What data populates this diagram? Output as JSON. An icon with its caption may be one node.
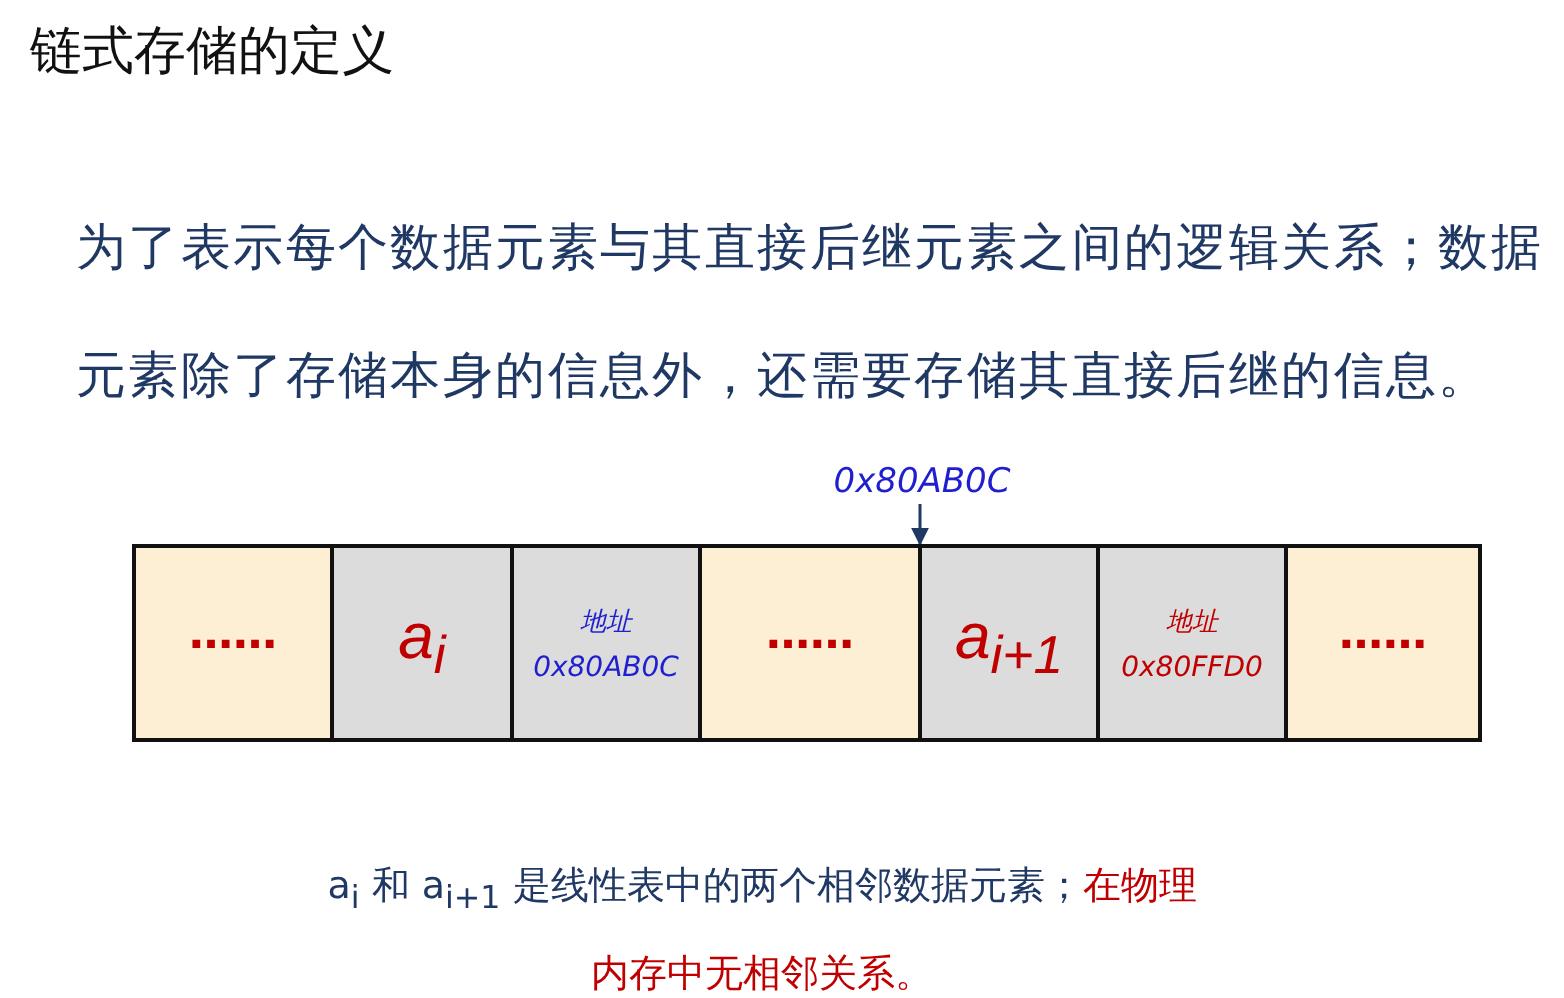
{
  "diagram": {
    "title": "链式存储的定义",
    "nodes": [
      {
        "text": [
          "……"
        ]
      },
      {
        "text": [
          "a$_{i}$"
        ]
      },
      {
        "text": [
          "地址",
          "0x80AB0C"
        ]
      },
      {
        "text": [
          "……"
        ]
      },
      {
        "text": [
          "a$_{i+1}$"
        ]
      },
      {
        "text": [
          "地址",
          "0x80FFD0"
        ]
      },
      {
        "text": [
          "……"
        ]
      },
      {
        "text": [
          "0x80AB0C"
        ]
      }
    ],
    "edges": [
      {
        "from": 7,
        "to": 4,
        "arrow": "to"
      }
    ],
    "labels": [
      "为了表示每个数据元素与其直接后继元素之间的逻辑关系；数据元素除了存储本身的信息外，还需要存储其直接后继的信息。",
      "a$_{i}$ 和 a$_{i+1}$ 是线性表中的两个相邻数据元素；",
      "在物理内存中无相邻关系。"
    ]
  }
}
